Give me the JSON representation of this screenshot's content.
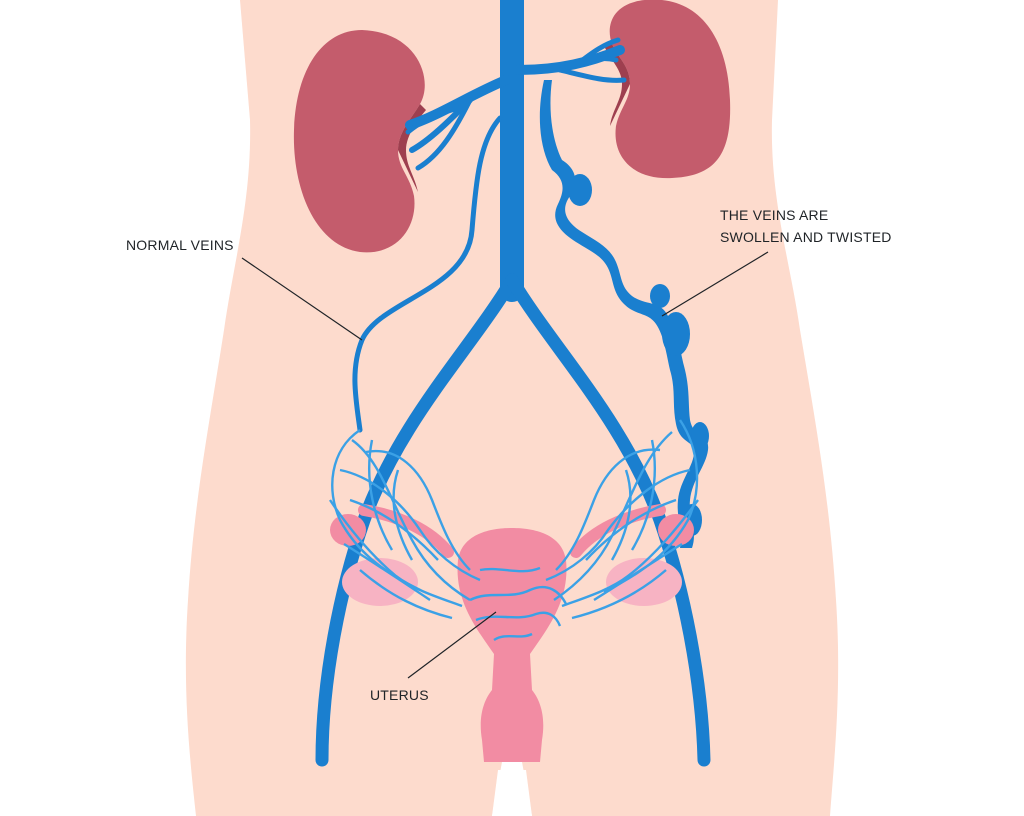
{
  "labels": {
    "normal_veins": "NORMAL VEINS",
    "swollen_line1": "THE VEINS ARE",
    "swollen_line2": "SWOLLEN AND TWISTED",
    "uterus": "UTERUS"
  },
  "colors": {
    "background": "#ffffff",
    "skin": "#fddbcd",
    "kidney": "#c45c6c",
    "kidney_shadow": "#9e3f4f",
    "vein": "#1a7fcf",
    "vein_light": "#3ba1e6",
    "uterus": "#f28ca3",
    "uterus_light": "#f7b3c3",
    "callout_line": "#1f2327"
  }
}
